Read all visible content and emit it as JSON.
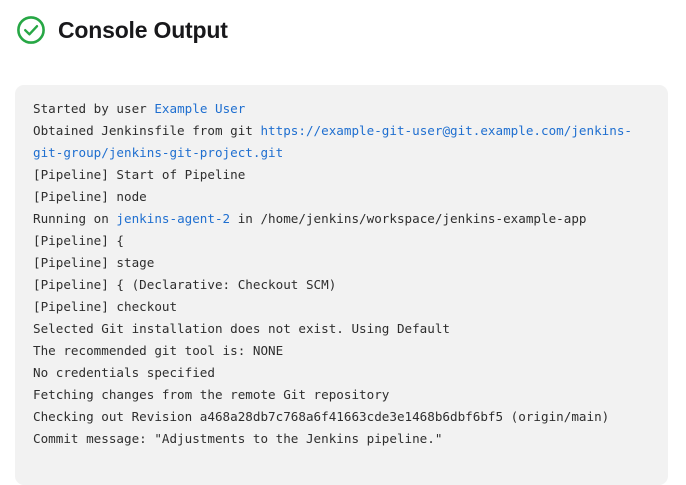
{
  "header": {
    "title": "Console Output",
    "status_icon": "check-circle-icon",
    "status_color": "#27a745"
  },
  "console": {
    "accent_link_color": "#1f6fd0",
    "muted_color": "#adadad",
    "background": "#f2f2f2",
    "lines": [
      {
        "style": "normal",
        "segments": [
          {
            "type": "plain",
            "text": "Started by user "
          },
          {
            "type": "link",
            "text": "Example User"
          }
        ]
      },
      {
        "style": "normal",
        "segments": [
          {
            "type": "plain",
            "text": "Obtained Jenkinsfile from git "
          },
          {
            "type": "link",
            "text": "https://example-git-user@git.example.com/jenkins-git-group/jenkins-git-project.git"
          }
        ]
      },
      {
        "style": "muted",
        "segments": [
          {
            "type": "plain",
            "text": "[Pipeline] Start of Pipeline"
          }
        ]
      },
      {
        "style": "muted",
        "segments": [
          {
            "type": "plain",
            "text": "[Pipeline] node"
          }
        ]
      },
      {
        "style": "normal",
        "segments": [
          {
            "type": "plain",
            "text": "Running on "
          },
          {
            "type": "link",
            "text": "jenkins-agent-2"
          },
          {
            "type": "plain",
            "text": " in /home/jenkins/workspace/jenkins-example-app"
          }
        ]
      },
      {
        "style": "muted",
        "segments": [
          {
            "type": "plain",
            "text": "[Pipeline] {"
          }
        ]
      },
      {
        "style": "muted",
        "segments": [
          {
            "type": "plain",
            "text": "[Pipeline] stage"
          }
        ]
      },
      {
        "style": "muted",
        "segments": [
          {
            "type": "plain",
            "text": "[Pipeline] { (Declarative: Checkout SCM)"
          }
        ]
      },
      {
        "style": "muted",
        "segments": [
          {
            "type": "plain",
            "text": "[Pipeline] checkout"
          }
        ]
      },
      {
        "style": "normal",
        "segments": [
          {
            "type": "plain",
            "text": "Selected Git installation does not exist. Using Default"
          }
        ]
      },
      {
        "style": "normal",
        "segments": [
          {
            "type": "plain",
            "text": "The recommended git tool is: NONE"
          }
        ]
      },
      {
        "style": "normal",
        "segments": [
          {
            "type": "plain",
            "text": "No credentials specified"
          }
        ]
      },
      {
        "style": "normal",
        "segments": [
          {
            "type": "plain",
            "text": "Fetching changes from the remote Git repository"
          }
        ]
      },
      {
        "style": "normal",
        "segments": [
          {
            "type": "plain",
            "text": "Checking out Revision a468a28db7c768a6f41663cde3e1468b6dbf6bf5 (origin/main)"
          }
        ]
      },
      {
        "style": "normal",
        "segments": [
          {
            "type": "plain",
            "text": "Commit message: \"Adjustments to the Jenkins pipeline.\""
          }
        ]
      }
    ]
  }
}
